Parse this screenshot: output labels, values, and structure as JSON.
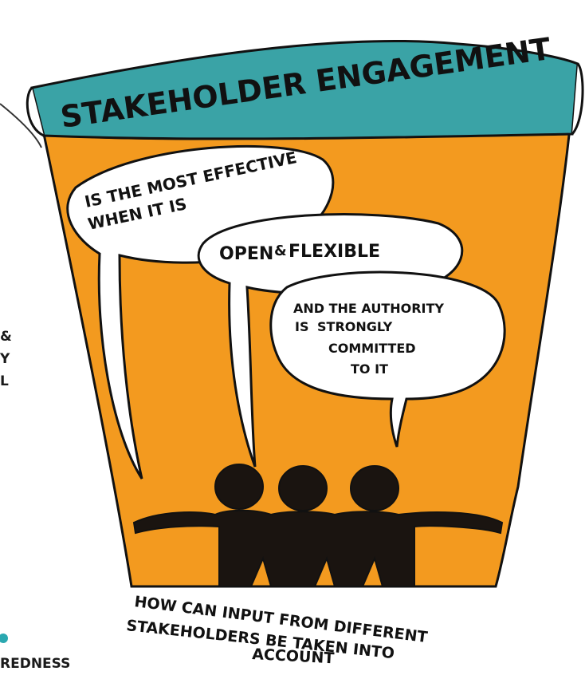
{
  "banner": {
    "title": "STAKEHOLDER ENGAGEMENT"
  },
  "bubbles": {
    "first": {
      "line1": "IS THE MOST EFFECTIVE",
      "line2": "WHEN IT IS"
    },
    "second": {
      "word1": "OPEN",
      "amp": "&",
      "word2": "FLEXIBLE"
    },
    "third": {
      "line1": "AND THE AUTHORITY",
      "line2_prefix": "IS ",
      "line2_highlight": "STRONGLY",
      "line3": "COMMITTED",
      "line4": "TO IT"
    }
  },
  "caption": {
    "line1": "HOW CAN INPUT FROM DIFFERENT",
    "line2": "STAKEHOLDERS BE TAKEN INTO",
    "line3": "ACCOUNT"
  },
  "left_fragments": {
    "line1": "&",
    "line2": "Y",
    "line3": "L",
    "bottom": "REDNESS"
  },
  "colors": {
    "orange": "#f39a1f",
    "teal": "#3aa3a6",
    "teal_text": "#1f6f86",
    "ink": "#111111",
    "bubble": "#ffffff"
  }
}
